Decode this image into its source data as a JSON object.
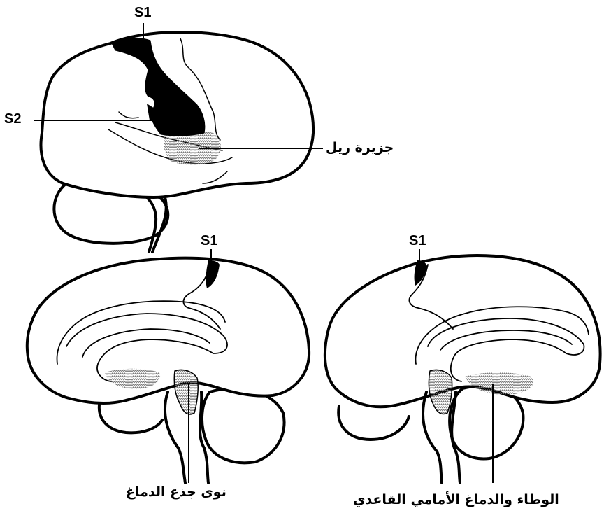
{
  "labels": {
    "s1_top": "S1",
    "s2": "S2",
    "reil_insula": "جزيرة ريل",
    "s1_bottom_left": "S1",
    "s1_bottom_right": "S1",
    "brainstem_nuclei": "نوى جذع الدماغ",
    "hypothalamus_basal_forebrain": "الوطاء والدماغ الأمامي القاعدي"
  },
  "colors": {
    "ink": "#000000",
    "paper": "#ffffff",
    "hatch": "#7a7a7a"
  }
}
